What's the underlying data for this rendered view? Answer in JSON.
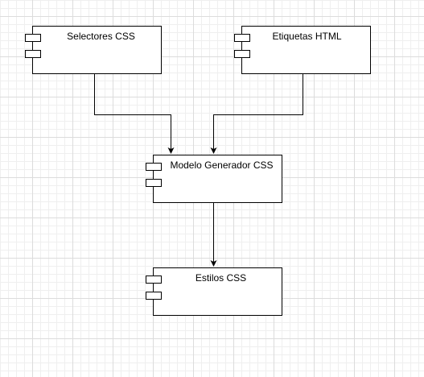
{
  "diagram": {
    "nodes": [
      {
        "id": "selectores",
        "label": "Selectores CSS",
        "kind": "component"
      },
      {
        "id": "etiquetas",
        "label": "Etiquetas HTML",
        "kind": "component"
      },
      {
        "id": "modelo",
        "label": "Modelo Generador CSS",
        "kind": "component"
      },
      {
        "id": "estilos",
        "label": "Estilos CSS",
        "kind": "component"
      }
    ],
    "edges": [
      {
        "from": "selectores",
        "to": "modelo"
      },
      {
        "from": "etiquetas",
        "to": "modelo"
      },
      {
        "from": "modelo",
        "to": "estilos"
      }
    ],
    "colors": {
      "stroke": "#000000",
      "fill": "#ffffff",
      "grid": "#dcdcdc"
    }
  }
}
